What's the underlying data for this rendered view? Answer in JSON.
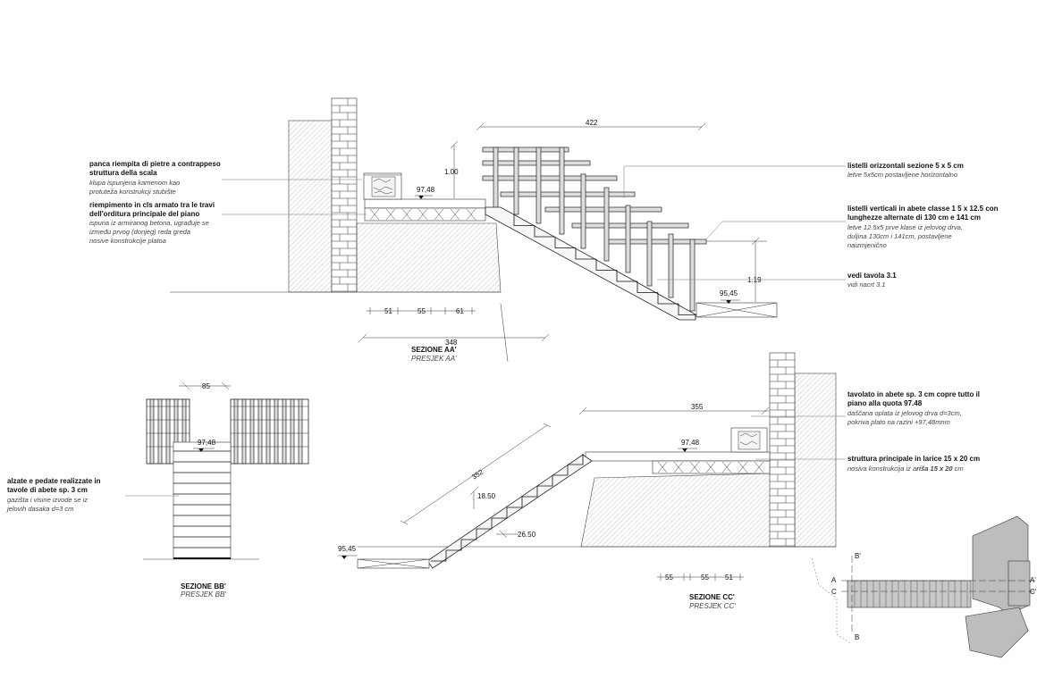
{
  "section_aa": {
    "title": "SEZIONE AA'",
    "subtitle": "PRESJEK AA'",
    "dims": {
      "top_length": "422",
      "rail_height": "1.00",
      "bottom_rail": "1.19",
      "d51": "51",
      "d55": "55",
      "d61": "61",
      "total": "348"
    },
    "levels": {
      "top": "97,48",
      "bottom": "95,45"
    },
    "notes": {
      "bench_it_1": "panca riempita di pietre a contrappeso",
      "bench_it_2": "struttura della scala",
      "bench_hr_1": "klupa ispunjena kamenom kao",
      "bench_hr_2": "protuteža konstrukcji stubište",
      "fill_it_1": "riempimento in cls armato tra le travi",
      "fill_it_2": "dell'orditura principale del piano",
      "fill_hr_1": "ispuna iz armiranog betona, ugrađuje se",
      "fill_hr_2": "između prvog (donjeg) reda greda",
      "fill_hr_3": "nosive konstrukcije platoa",
      "horiz_it": "listelli orizzontali  sezione 5 x 5 cm",
      "horiz_hr": "letve 5x5cm postavljene horizontalno",
      "vert_it_1": "listelli verticali in abete classe 1 5 x 12.5 con",
      "vert_it_2": "lunghezze alternate di 130 cm e 141 cm",
      "vert_hr_1": "letve  12.5x5  prve  klase  iz  jelovog  drva,",
      "vert_hr_2": "duljina  130cm  i  141cm,  postavljene",
      "vert_hr_3": "naizmjenično",
      "ref_it": "vedi tavola 3.1",
      "ref_hr": "vidi nacrt 3.1"
    }
  },
  "section_bb": {
    "title": "SEZIONE BB'",
    "subtitle": "PRESJEK BB'",
    "dims": {
      "width": "85"
    },
    "level": "97,48",
    "notes": {
      "it_1": "alzate  e  pedate  realizzate  in",
      "it_2": "tavole di abete sp. 3 cm",
      "hr_1": "gazišta  i  visine  izvode  se  iz",
      "hr_2": "jelovih dasaka d=3 cm"
    }
  },
  "section_cc": {
    "title": "SEZIONE CC'",
    "subtitle": "PRESJEK CC'",
    "dims": {
      "length": "355",
      "diagonal": "352",
      "riser": "18.50",
      "tread": "26.50",
      "d55a": "55",
      "d55b": "55",
      "d51": "51"
    },
    "levels": {
      "top": "97,48",
      "bottom": "95,45"
    },
    "notes": {
      "deck_it_1": "tavolato in abete sp. 3 cm copre tutto il",
      "deck_it_2": "piano alla quota 97.48",
      "deck_hr_1": "daščana oplata iz jelovog drva d=3cm,",
      "deck_hr_2": "pokriva plato na razini +97,48mnm",
      "struct_it": "struttura principale in larice  15 x 20 cm",
      "struct_hr_a": "nosiva konstrukcija iz a",
      "struct_hr_b": "riša 15 x 20",
      "struct_hr_c": " cm"
    }
  },
  "key_plan": {
    "labels": {
      "a": "A",
      "a2": "A'",
      "b": "B",
      "b2": "B'",
      "c": "C",
      "c2": "C'"
    }
  }
}
